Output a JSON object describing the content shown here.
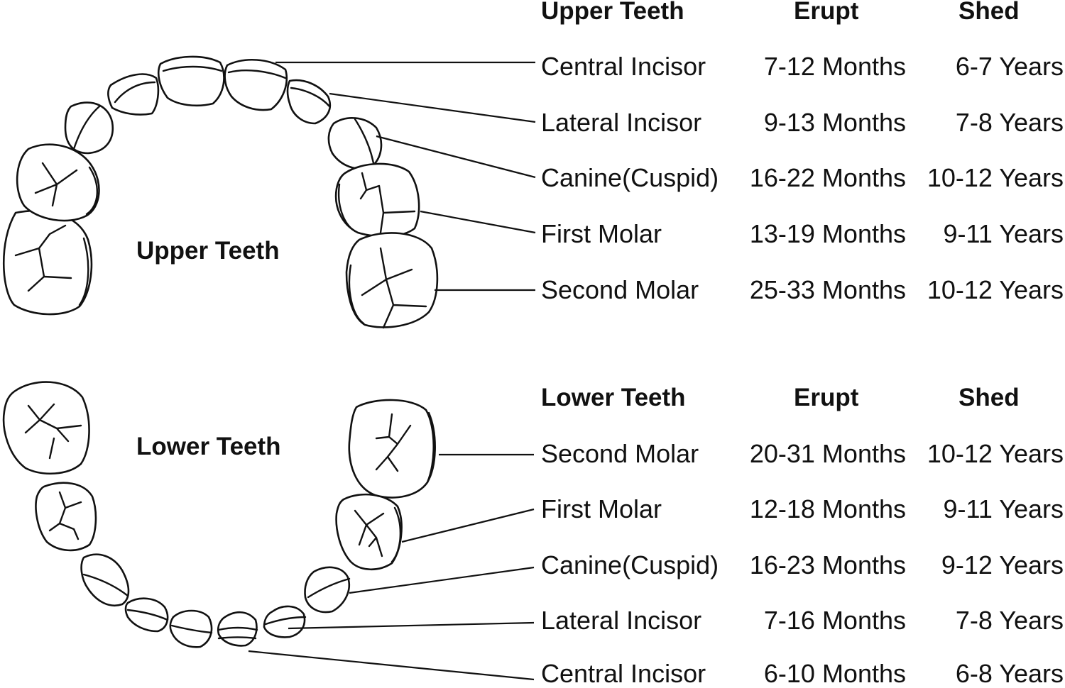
{
  "upper": {
    "arch_label": "Upper Teeth",
    "headers": {
      "name": "Upper Teeth",
      "erupt": "Erupt",
      "shed": "Shed"
    },
    "rows": [
      {
        "tooth": "Central Incisor",
        "erupt": "7-12 Months",
        "shed": "6-7 Years"
      },
      {
        "tooth": "Lateral Incisor",
        "erupt": "9-13 Months",
        "shed": "7-8 Years"
      },
      {
        "tooth": "Canine(Cuspid)",
        "erupt": "16-22 Months",
        "shed": "10-12 Years"
      },
      {
        "tooth": "First Molar",
        "erupt": "13-19 Months",
        "shed": "9-11 Years"
      },
      {
        "tooth": "Second Molar",
        "erupt": "25-33 Months",
        "shed": "10-12 Years"
      }
    ]
  },
  "lower": {
    "arch_label": "Lower Teeth",
    "headers": {
      "name": "Lower Teeth",
      "erupt": "Erupt",
      "shed": "Shed"
    },
    "rows": [
      {
        "tooth": "Second Molar",
        "erupt": "20-31 Months",
        "shed": "10-12 Years"
      },
      {
        "tooth": "First Molar",
        "erupt": "12-18 Months",
        "shed": "9-11 Years"
      },
      {
        "tooth": "Canine(Cuspid)",
        "erupt": "16-23 Months",
        "shed": "9-12 Years"
      },
      {
        "tooth": "Lateral Incisor",
        "erupt": "7-16 Months",
        "shed": "7-8 Years"
      },
      {
        "tooth": "Central Incisor",
        "erupt": "6-10 Months",
        "shed": "6-8 Years"
      }
    ]
  }
}
